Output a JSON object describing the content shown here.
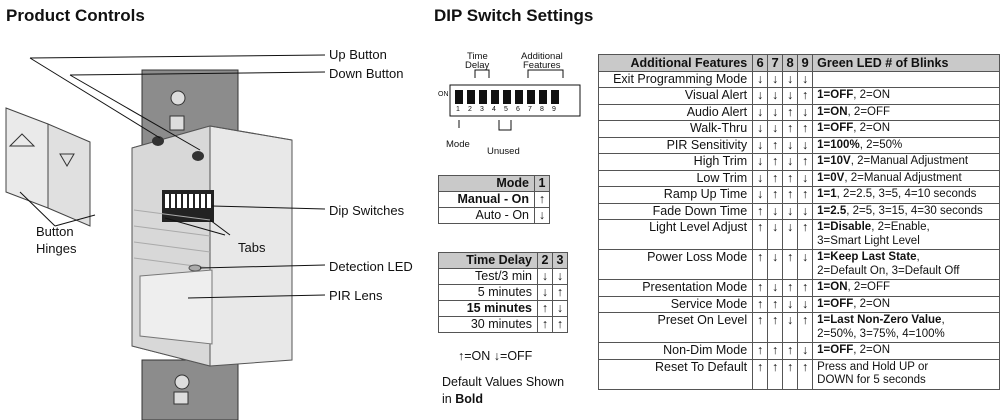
{
  "product_controls": {
    "title": "Product Controls",
    "callouts": {
      "up_button": "Up Button",
      "down_button": "Down Button",
      "dip_switches": "Dip Switches",
      "tabs": "Tabs",
      "detection_led": "Detection LED",
      "pir_lens": "PIR Lens",
      "button_hinges_1": "Button",
      "button_hinges_2": "Hinges"
    }
  },
  "dip": {
    "title": "DIP Switch Settings",
    "diagram": {
      "time_delay_1": "Time",
      "time_delay_2": "Delay",
      "additional_1": "Additional",
      "additional_2": "Features",
      "on": "ON",
      "numbers": [
        "1",
        "2",
        "3",
        "4",
        "5",
        "6",
        "7",
        "8",
        "9"
      ],
      "mode": "Mode",
      "unused": "Unused"
    },
    "mode_table": {
      "header": "Mode",
      "col": "1",
      "rows": [
        {
          "label": "Manual - On",
          "v": "↑",
          "bold": true
        },
        {
          "label": "Auto - On",
          "v": "↓",
          "bold": false
        }
      ]
    },
    "time_table": {
      "header": "Time Delay",
      "c2": "2",
      "c3": "3",
      "rows": [
        {
          "label": "Test/3 min",
          "a": "↓",
          "b": "↓",
          "bold": false
        },
        {
          "label": "5 minutes",
          "a": "↓",
          "b": "↑",
          "bold": false
        },
        {
          "label": "15 minutes",
          "a": "↑",
          "b": "↓",
          "bold": true
        },
        {
          "label": "30 minutes",
          "a": "↑",
          "b": "↑",
          "bold": false
        }
      ]
    },
    "legend": "↑=ON ↓=OFF",
    "default_note_1": "Default Values Shown",
    "default_note_2": "in",
    "default_note_bold": "Bold"
  },
  "features_table": {
    "headers": {
      "feature": "Additional Features",
      "c6": "6",
      "c7": "7",
      "c8": "8",
      "c9": "9",
      "led": "Green LED # of Blinks"
    },
    "rows": [
      {
        "feature": "Exit Programming Mode",
        "s": [
          "↓",
          "↓",
          "↓",
          "↓"
        ],
        "led_bold": "",
        "led": ""
      },
      {
        "feature": "Visual Alert",
        "s": [
          "↓",
          "↓",
          "↓",
          "↑"
        ],
        "led_bold": "1=OFF",
        "led": ", 2=ON"
      },
      {
        "feature": "Audio Alert",
        "s": [
          "↓",
          "↓",
          "↑",
          "↓"
        ],
        "led_bold": "1=ON",
        "led": ", 2=OFF"
      },
      {
        "feature": "Walk-Thru",
        "s": [
          "↓",
          "↓",
          "↑",
          "↑"
        ],
        "led_bold": "1=OFF",
        "led": ", 2=ON"
      },
      {
        "feature": "PIR Sensitivity",
        "s": [
          "↓",
          "↑",
          "↓",
          "↓"
        ],
        "led_bold": "1=100%",
        "led": ", 2=50%"
      },
      {
        "feature": "High Trim",
        "s": [
          "↓",
          "↑",
          "↓",
          "↑"
        ],
        "led_bold": "1=10V",
        "led": ", 2=Manual Adjustment"
      },
      {
        "feature": "Low Trim",
        "s": [
          "↓",
          "↑",
          "↑",
          "↓"
        ],
        "led_bold": "1=0V",
        "led": ", 2=Manual Adjustment"
      },
      {
        "feature": "Ramp Up Time",
        "s": [
          "↓",
          "↑",
          "↑",
          "↑"
        ],
        "led_bold": "1=1",
        "led": ", 2=2.5, 3=5, 4=10 seconds"
      },
      {
        "feature": "Fade Down Time",
        "s": [
          "↑",
          "↓",
          "↓",
          "↓"
        ],
        "led_bold": "1=2.5",
        "led": ", 2=5, 3=15, 4=30 seconds"
      },
      {
        "feature": "Light Level Adjust",
        "s": [
          "↑",
          "↓",
          "↓",
          "↑"
        ],
        "led_bold": "1=Disable",
        "led": ", 2=Enable,",
        "led2": "3=Smart Light Level"
      },
      {
        "feature": "Power Loss Mode",
        "s": [
          "↑",
          "↓",
          "↑",
          "↓"
        ],
        "led_bold": "1=Keep Last State",
        "led": ",",
        "led2": "2=Default On, 3=Default Off"
      },
      {
        "feature": "Presentation Mode",
        "s": [
          "↑",
          "↓",
          "↑",
          "↑"
        ],
        "led_bold": "1=ON",
        "led": ", 2=OFF"
      },
      {
        "feature": "Service Mode",
        "s": [
          "↑",
          "↑",
          "↓",
          "↓"
        ],
        "led_bold": "1=OFF",
        "led": ", 2=ON"
      },
      {
        "feature": "Preset On Level",
        "s": [
          "↑",
          "↑",
          "↓",
          "↑"
        ],
        "led_bold": "1=Last Non-Zero Value",
        "led": ",",
        "led2": "2=50%, 3=75%, 4=100%"
      },
      {
        "feature": "Non-Dim Mode",
        "s": [
          "↑",
          "↑",
          "↑",
          "↓"
        ],
        "led_bold": "1=OFF",
        "led": ", 2=ON"
      },
      {
        "feature": "Reset To Default",
        "s": [
          "↑",
          "↑",
          "↑",
          "↑"
        ],
        "led_bold": "",
        "led": "Press and Hold UP or",
        "led2": "DOWN for 5 seconds"
      }
    ]
  }
}
